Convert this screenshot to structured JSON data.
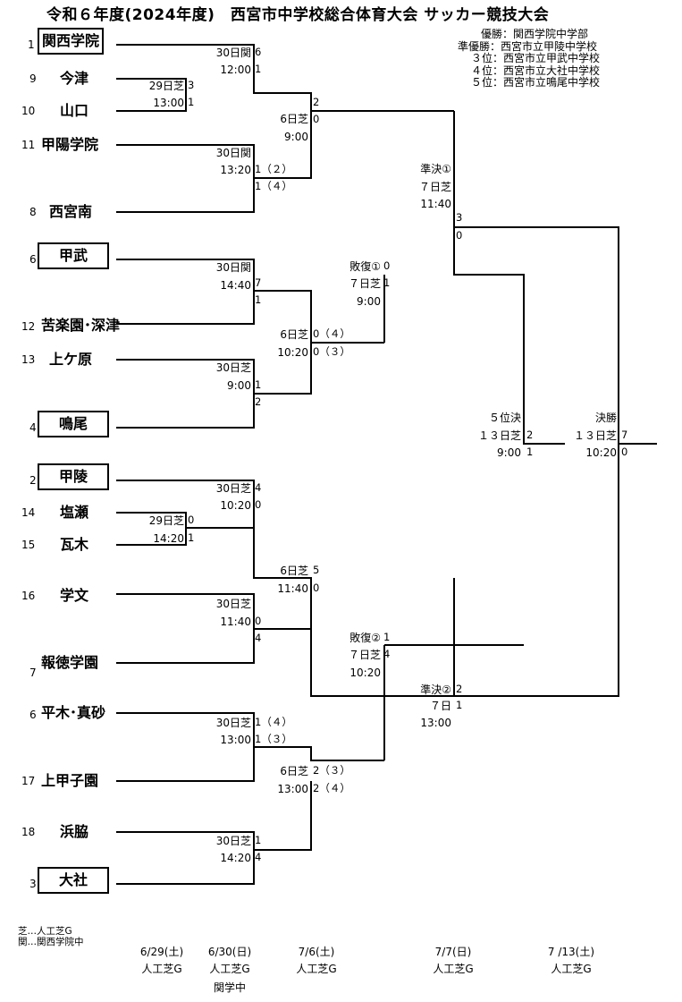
{
  "title": "令和６年度(2024年度)　西宮市中学校総合体育大会 サッカー競技大会",
  "results": {
    "champion": "優勝：関西学院中学部",
    "runner_up": "準優勝：西宮市立甲陵中学校",
    "third": "３位：西宮市立甲武中学校",
    "fourth": "４位：西宮市立大社中学校",
    "fifth": "５位：西宮市立鳴尾中学校"
  },
  "teams": [
    {
      "seed": "1",
      "name": "関西学院"
    },
    {
      "seed": "9",
      "name": "今津"
    },
    {
      "seed": "10",
      "name": "山口"
    },
    {
      "seed": "11",
      "name": "甲陽学院"
    },
    {
      "seed": "8",
      "name": "西宮南"
    },
    {
      "seed": "6",
      "name": "甲武"
    },
    {
      "seed": "12",
      "name": "苦楽園･深津"
    },
    {
      "seed": "13",
      "name": "上ケ原"
    },
    {
      "seed": "4",
      "name": "鳴尾"
    },
    {
      "seed": "2",
      "name": "甲陵"
    },
    {
      "seed": "14",
      "name": "塩瀬"
    },
    {
      "seed": "15",
      "name": "瓦木"
    },
    {
      "seed": "16",
      "name": "学文"
    },
    {
      "seed": "7",
      "name": "報徳学園"
    },
    {
      "seed": "6",
      "name": "平木･真砂"
    },
    {
      "seed": "17",
      "name": "上甲子園"
    },
    {
      "seed": "18",
      "name": "浜脇"
    },
    {
      "seed": "3",
      "name": "大社"
    }
  ],
  "matches": [
    {
      "label": "30日関",
      "time": "12:00",
      "s1": "6",
      "s2": "1"
    },
    {
      "label": "29日芝",
      "time": "13:00",
      "s1": "3",
      "s2": "1"
    },
    {
      "label": "30日関",
      "time": "13:20",
      "s1": "1（２）",
      "s2": "1（４）"
    },
    {
      "label": "6日芝",
      "time": "9:00",
      "s1": "2",
      "s2": "0"
    },
    {
      "label": "30日関",
      "time": "14:40",
      "s1": "7",
      "s2": "1"
    },
    {
      "label": "30日芝",
      "time": "9:00",
      "s1": "1",
      "s2": "2"
    },
    {
      "label": "6日芝",
      "time": "10:20",
      "s1": "0（４）",
      "s2": "0（３）"
    },
    {
      "label": "30日芝",
      "time": "10:20",
      "s1": "4",
      "s2": "0"
    },
    {
      "label": "29日芝",
      "time": "14:20",
      "s1": "0",
      "s2": "1"
    },
    {
      "label": "30日芝",
      "time": "11:40",
      "s1": "0",
      "s2": "4"
    },
    {
      "label": "6日芝",
      "time": "11:40",
      "s1": "5",
      "s2": "0"
    },
    {
      "label": "30日芝",
      "time": "13:00",
      "s1": "1（４）",
      "s2": "1（３）"
    },
    {
      "label": "30日芝",
      "time": "14:20",
      "s1": "1",
      "s2": "4"
    },
    {
      "label": "6日芝",
      "time": "13:00",
      "s1": "2（３）",
      "s2": "2（４）"
    }
  ],
  "semis": [
    {
      "name": "準決①",
      "day": "７日芝",
      "time": "11:40",
      "s1": "3",
      "s2": "0"
    },
    {
      "name": "準決②",
      "day": "７日",
      "time": "13:00",
      "s1": "2",
      "s2": "1"
    }
  ],
  "repechage": [
    {
      "name": "敗復①",
      "day": "７日芝",
      "time": "9:00",
      "s1": "0",
      "s2": "1"
    },
    {
      "name": "敗復②",
      "day": "７日芝",
      "time": "10:20",
      "s1": "1",
      "s2": "4"
    }
  ],
  "fifth_place": {
    "name": "５位決",
    "day": "１３日芝",
    "time": "9:00",
    "s1": "2",
    "s2": "1"
  },
  "final": {
    "name": "決勝",
    "day": "１３日芝",
    "time": "10:20",
    "s1": "7",
    "s2": "0"
  },
  "legend": [
    "芝…人工芝G",
    "関…関西学院中"
  ],
  "schedule": [
    {
      "date": "6/29(土)",
      "venue": "人工芝G",
      "extra": ""
    },
    {
      "date": "6/30(日)",
      "venue": "人工芝G",
      "extra": "関学中"
    },
    {
      "date": "7/6(土)",
      "venue": "人工芝G",
      "extra": ""
    },
    {
      "date": "7/7(日)",
      "venue": "人工芝G",
      "extra": ""
    },
    {
      "date": "7 /13(土)",
      "venue": "人工芝G",
      "extra": ""
    }
  ]
}
